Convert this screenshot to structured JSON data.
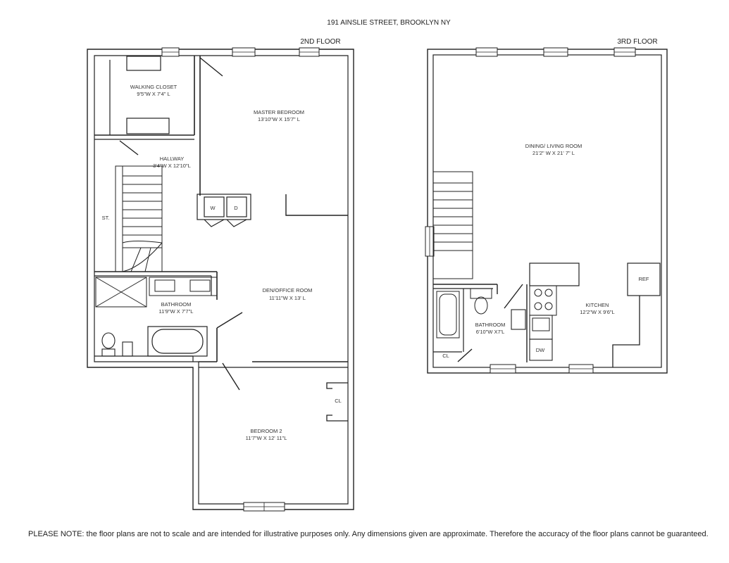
{
  "title": "191 AINSLIE STREET, BROOKLYN NY",
  "floors": {
    "second": {
      "label": "2ND FLOOR",
      "rooms": {
        "walking_closet": {
          "name": "WALKING CLOSET",
          "dims": "9'5\"W X 7'4\" L"
        },
        "master_bedroom": {
          "name": "MASTER BEDROOM",
          "dims": "13'10\"W X 15'7\" L"
        },
        "hallway": {
          "name": "HALLWAY",
          "dims": "3'4\"W X 12'10\"L"
        },
        "storage": {
          "name": "ST."
        },
        "washer": {
          "name": "W"
        },
        "dryer": {
          "name": "D"
        },
        "den_office": {
          "name": "DEN/OFFICE ROOM",
          "dims": "11'11\"W X 13' L"
        },
        "bathroom": {
          "name": "BATHROOM",
          "dims": "11'9\"W X 7'7\"L"
        },
        "closet": {
          "name": "CL"
        },
        "bedroom2": {
          "name": "BEDROOM 2",
          "dims": "11'7\"W X 12' 11\"L"
        }
      }
    },
    "third": {
      "label": "3RD FLOOR",
      "rooms": {
        "dining_living": {
          "name": "DINING/ LIVING ROOM",
          "dims": "21'2\" W X 21' 7\" L"
        },
        "refrigerator": {
          "name": "REF"
        },
        "kitchen": {
          "name": "KITCHEN",
          "dims": "12'2\"W X 9'6\"L"
        },
        "bathroom": {
          "name": "BATHROOM",
          "dims": "6'10\"W X7'L"
        },
        "closet": {
          "name": "CL"
        },
        "dishwasher": {
          "name": "DW"
        }
      }
    }
  },
  "disclaimer": "PLEASE NOTE: the floor plans are not to scale and are intended for illustrative purposes only. Any dimensions given are approximate. Therefore the accuracy of the floor plans cannot be guaranteed."
}
